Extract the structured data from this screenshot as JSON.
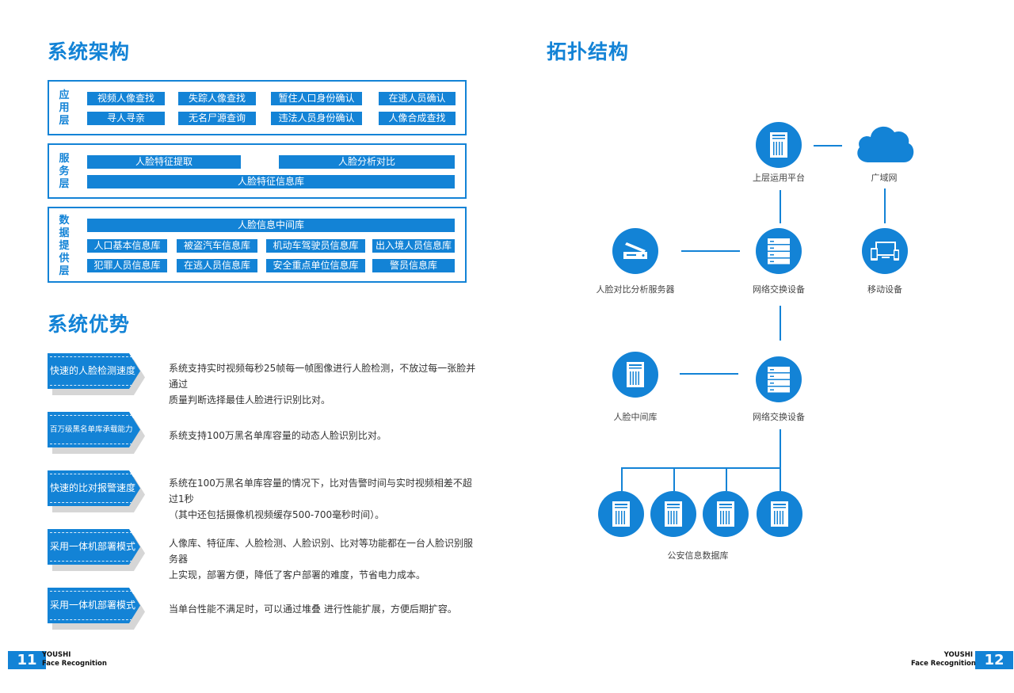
{
  "left": {
    "title_arch": "系统架构",
    "layers": {
      "app": {
        "label": "应用层",
        "chars": [
          "应",
          "用",
          "层"
        ],
        "row1": [
          "视频人像查找",
          "失踪人像查找",
          "暂住人口身份确认",
          "在逃人员确认"
        ],
        "row2": [
          "寻人寻亲",
          "无名尸源查询",
          "违法人员身份确认",
          "人像合成查找"
        ]
      },
      "service": {
        "label": "服务层",
        "chars": [
          "服",
          "务",
          "层"
        ],
        "row1": [
          "人脸特征提取",
          "人脸分析对比"
        ],
        "full": "人脸特征信息库"
      },
      "data": {
        "label": "数据提供层",
        "chars": [
          "数",
          "据",
          "提",
          "供",
          "层"
        ],
        "full": "人脸信息中间库",
        "row1": [
          "人口基本信息库",
          "被盗汽车信息库",
          "机动车驾驶员信息库",
          "出入境人员信息库"
        ],
        "row2": [
          "犯罪人员信息库",
          "在逃人员信息库",
          "安全重点单位信息库",
          "警员信息库"
        ]
      }
    },
    "title_adv": "系统优势",
    "advantages": [
      {
        "tag": "快速的人脸检测速度",
        "lines": [
          "系统支持实时视频每秒25帧每一帧图像进行人脸检测，不放过每一张脸并通过",
          "质量判断选择最佳人脸进行识别比对。"
        ]
      },
      {
        "tag": "百万级黑名单库承载能力",
        "lines": [
          "系统支持100万黑名单库容量的动态人脸识别比对。"
        ]
      },
      {
        "tag": "快速的比对报警速度",
        "lines": [
          "系统在100万黑名单库容量的情况下，比对告警时间与实时视频相差不超过1秒",
          "（其中还包括摄像机视频缓存500-700毫秒时间）。"
        ]
      },
      {
        "tag": "采用一体机部署模式",
        "lines": [
          "人像库、特征库、人脸检测、人脸识别、比对等功能都在一台人脸识别服务器",
          "上实现，部署方便，降低了客户部署的难度，节省电力成本。"
        ]
      },
      {
        "tag": "采用一体机部署模式",
        "lines": [
          "当单台性能不满足时，可以通过堆叠 进行性能扩展，方便后期扩容。"
        ]
      }
    ]
  },
  "right": {
    "title_topo": "拓扑结构",
    "nodes": {
      "platform": "上层运用平台",
      "wan": "广域网",
      "analysis": "人脸对比分析服务器",
      "switch1": "网络交换设备",
      "mobile": "移动设备",
      "midlib": "人脸中间库",
      "switch2": "网络交换设备",
      "police_db": "公安信息数据库"
    }
  },
  "footer": {
    "left_num": "11",
    "right_num": "12",
    "brand": "YOUSHI",
    "subtitle": "Face Recognition"
  },
  "colors": {
    "accent": "#1383d6"
  }
}
